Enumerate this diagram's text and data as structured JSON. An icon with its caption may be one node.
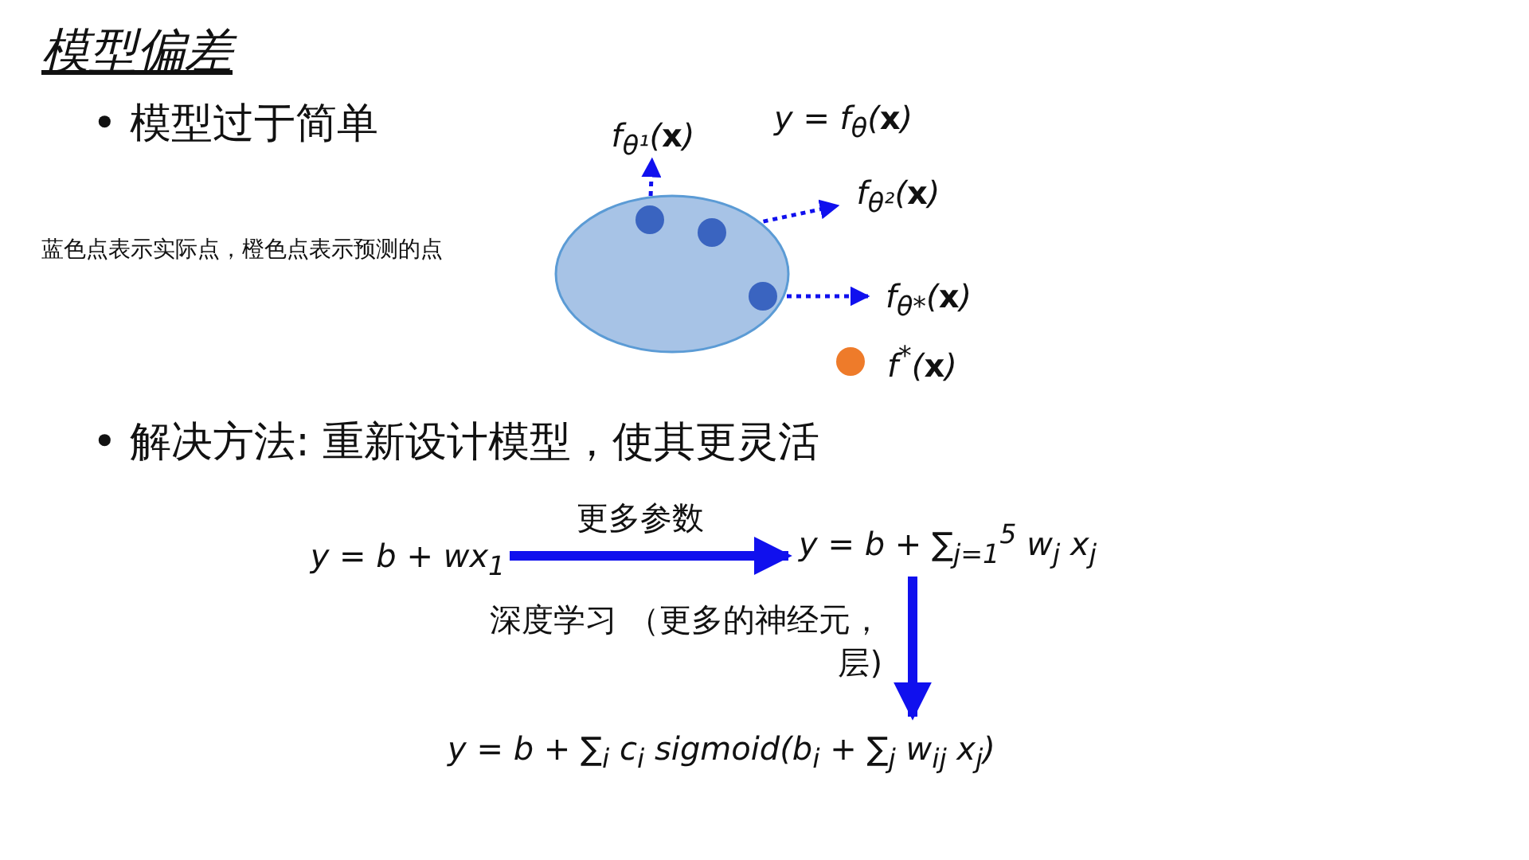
{
  "diagram": {
    "title": "模型偏差",
    "nodes": [
      {
        "text": [],
        "shape": "circle"
      },
      {
        "text": [],
        "shape": "circle",
        "in": 0
      },
      {
        "text": [],
        "shape": "circle",
        "in": 0
      },
      {
        "text": [],
        "shape": "circle",
        "in": 0
      },
      {
        "text": [
          "f$_{θ¹}$(**x**)"
        ]
      },
      {
        "text": [
          "f$_{θ²}$(**x**)"
        ]
      },
      {
        "text": [
          "f$_{θ*}$(**x**)"
        ]
      },
      {
        "text": [],
        "shape": "circle",
        "beside": [
          "f$^{*}$(**x**)"
        ]
      },
      {
        "text": [
          "y = b + wx$_{1}$"
        ]
      },
      {
        "text": [
          "y = b + ∑$_{j=1}$$^{5}$ w$_{j}$ x$_{j}$"
        ]
      },
      {
        "text": [
          "y = b + ∑$_{i}$ c$_{i}$ sigmoid(b$_{i}$ + ∑$_{j}$ w$_{ij}$ x$_{j}$)"
        ]
      }
    ],
    "edges": [
      {
        "from": 1,
        "to": 4,
        "arrow": "to",
        "style": "dashed"
      },
      {
        "from": 2,
        "to": 5,
        "arrow": "to",
        "style": "dashed"
      },
      {
        "from": 3,
        "to": 6,
        "arrow": "to",
        "style": "dashed"
      },
      {
        "from": 8,
        "to": 9,
        "arrow": "to",
        "style": "thick",
        "label": "更多参数"
      },
      {
        "from": 9,
        "to": 10,
        "arrow": "to",
        "style": "thick",
        "label": "深度学习 （更多的神经元，层)"
      }
    ],
    "labels": [
      "• 模型过于简单",
      "蓝色点表示实际点，橙色点表示预测的点",
      "y = f$_{θ}$(**x**)",
      "• 解决方法: 重新设计模型，使其更灵活"
    ]
  }
}
